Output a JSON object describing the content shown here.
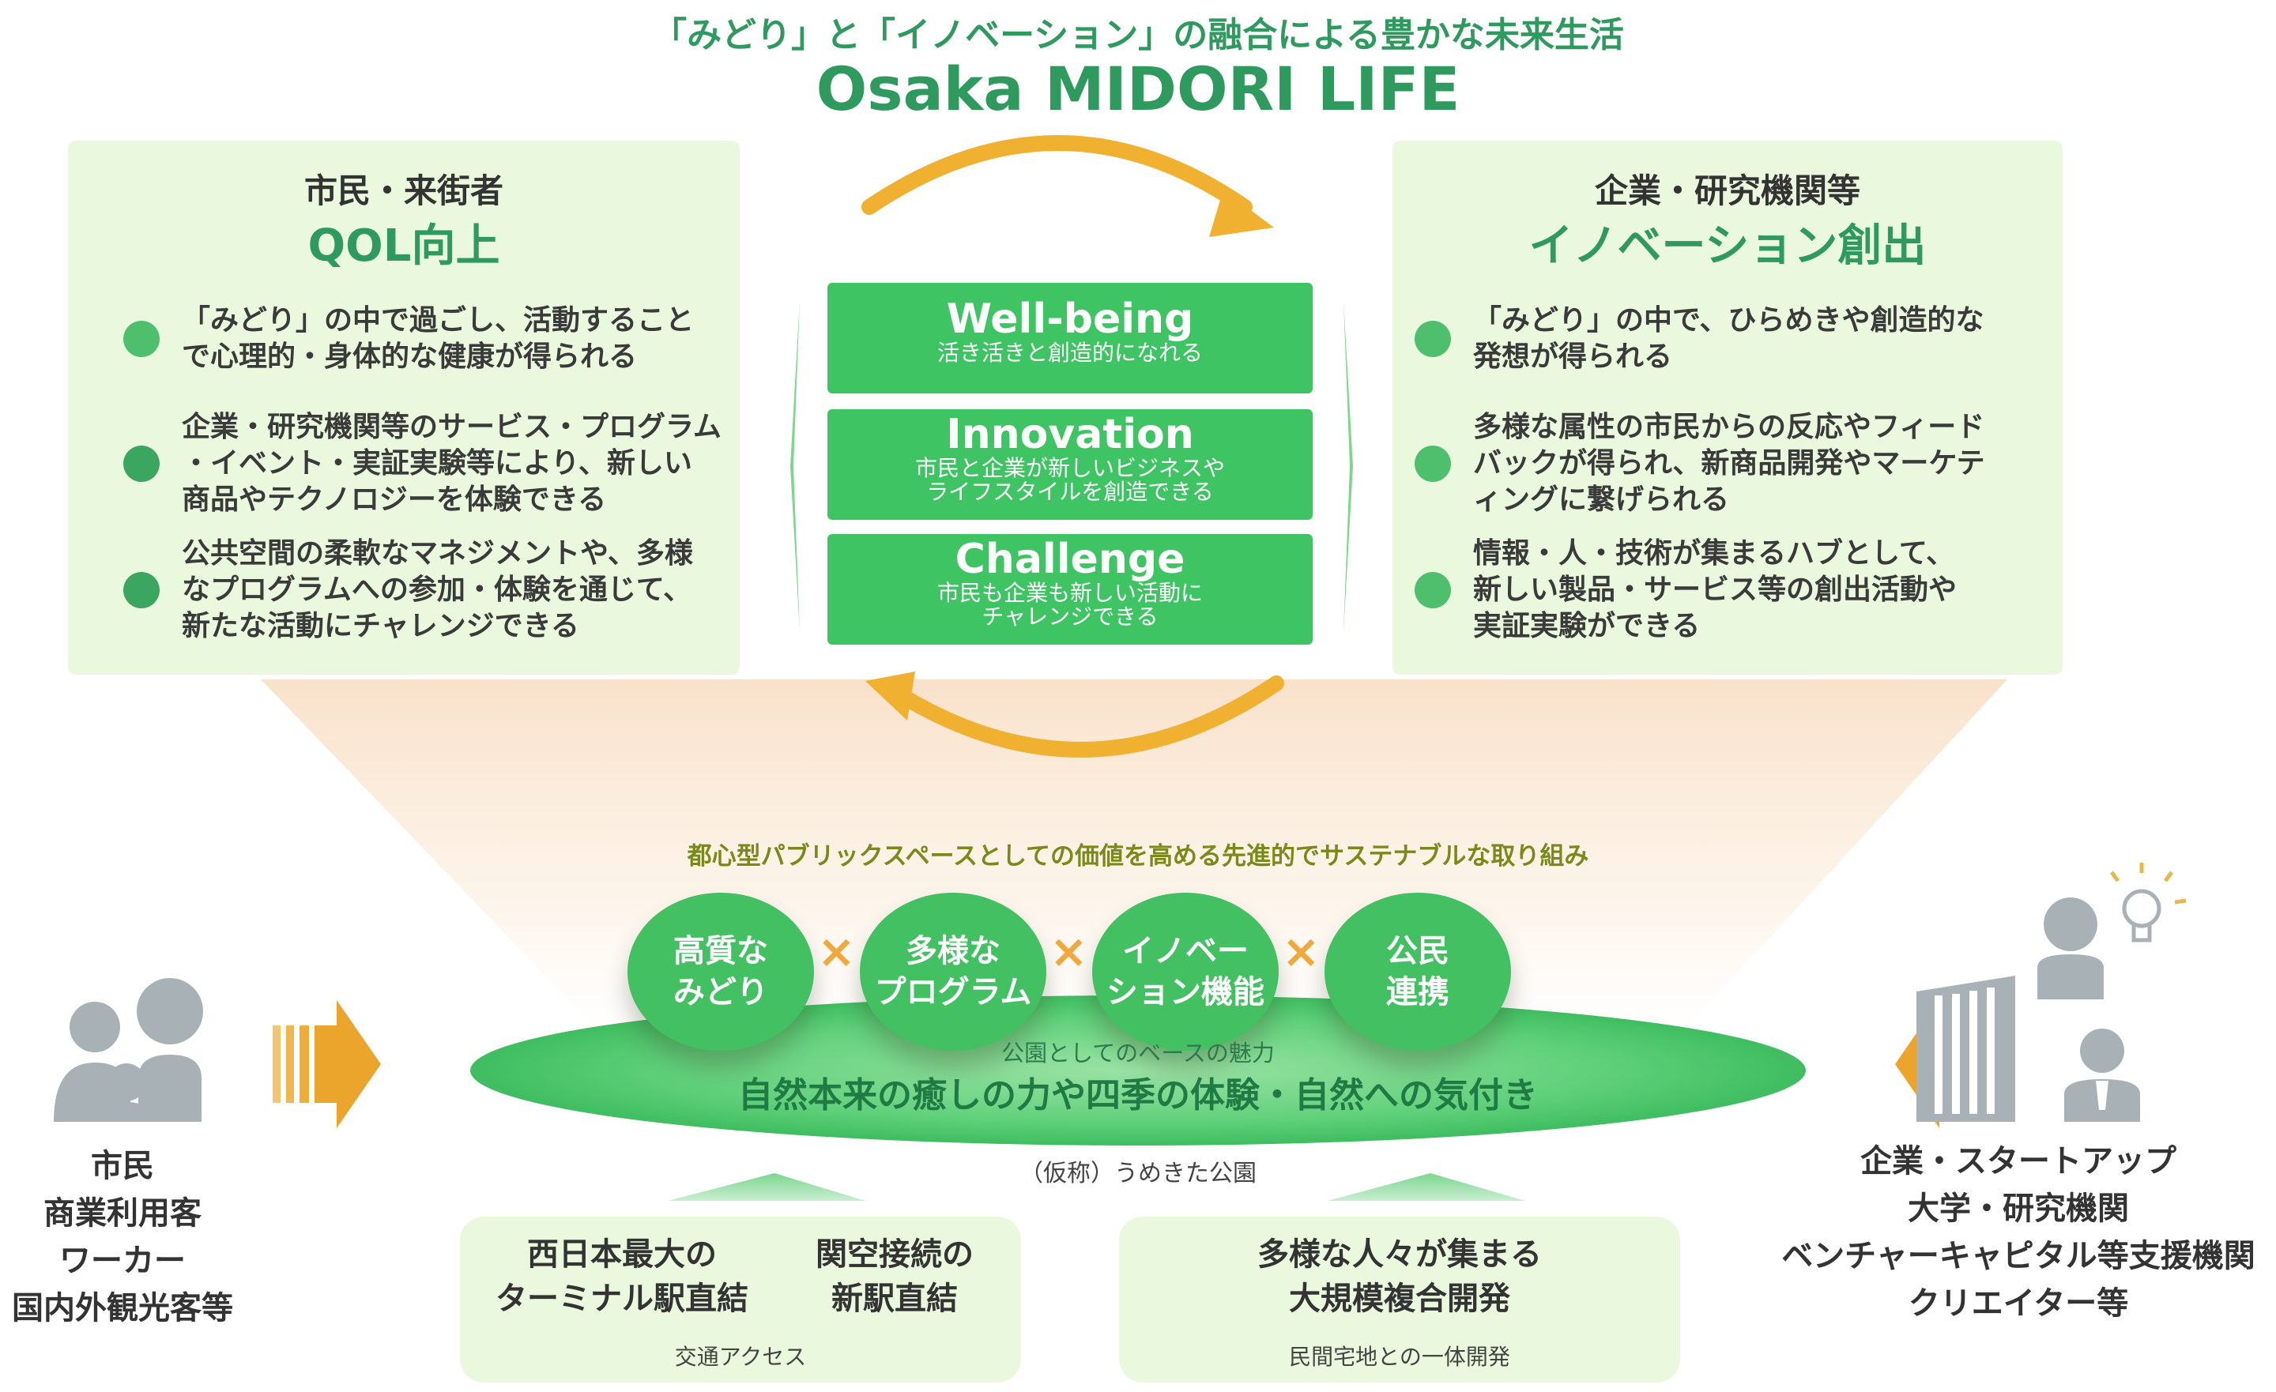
{
  "colors": {
    "accent_green": "#2e9a5e",
    "box_green": "#3ec463",
    "panel_bg": "#eaf8dd",
    "arrow_orange": "#f0b030",
    "icon_gray": "#a8b2b6"
  },
  "header": {
    "subtitle": "「みどり」と「イノベーション」の融合による豊かな未来生活",
    "title": "Osaka MIDORI LIFE"
  },
  "left_panel": {
    "line1": "市民・来街者",
    "line2": "QOL向上",
    "bullets": [
      "「みどり」の中で過ごし、活動すること\nで心理的・身体的な健康が得られる",
      "企業・研究機関等のサービス・プログラム\n・イベント・実証実験等により、新しい\n商品やテクノロジーを体験できる",
      "公共空間の柔軟なマネジメントや、多様\nなプログラムへの参加・体験を通じて、\n新たな活動にチャレンジできる"
    ]
  },
  "right_panel": {
    "line1": "企業・研究機関等",
    "line2": "イノベーション創出",
    "bullets": [
      "「みどり」の中で、ひらめきや創造的な\n発想が得られる",
      "多様な属性の市民からの反応やフィード\nバックが得られ、新商品開発やマーケテ\nィングに繋げられる",
      "情報・人・技術が集まるハブとして、\n新しい製品・サービス等の創出活動や\n実証実験ができる"
    ]
  },
  "center_boxes": [
    {
      "title": "Well-being",
      "sub": "活き活きと創造的になれる"
    },
    {
      "title": "Innovation",
      "sub": "市民と企業が新しいビジネスや\nライフスタイルを創造できる"
    },
    {
      "title": "Challenge",
      "sub": "市民も企業も新しい活動に\nチャレンジできる"
    }
  ],
  "initiative_title": "都心型パブリックスペースとしての価値を高める先進的でサステナブルな取り組み",
  "circles": [
    "高質な\nみどり",
    "多様な\nプログラム",
    "イノベー\nション機能",
    "公民\n連携"
  ],
  "times_symbol": "×",
  "base": {
    "label": "公園としてのベースの魅力",
    "main": "自然本来の癒しの力や四季の体験・自然への気付き",
    "park_name": "（仮称）うめきた公園"
  },
  "left_users": "市民\n商業利用客\nワーカー\n国内外観光客等",
  "right_users": "企業・スタートアップ\n大学・研究機関\nベンチャーキャピタル等支援機関\nクリエイター等",
  "bottom_left": {
    "item1": "西日本最大の\nターミナル駅直結",
    "item2": "関空接続の\n新駅直結",
    "caption": "交通アクセス"
  },
  "bottom_right": {
    "main": "多様な人々が集まる\n大規模複合開発",
    "caption": "民間宅地との一体開発"
  },
  "icons": [
    "family-icon",
    "building-icon",
    "person-icon",
    "businessperson-icon",
    "lightbulb-icon",
    "cycle-arrow-icon",
    "block-arrow-icon"
  ]
}
